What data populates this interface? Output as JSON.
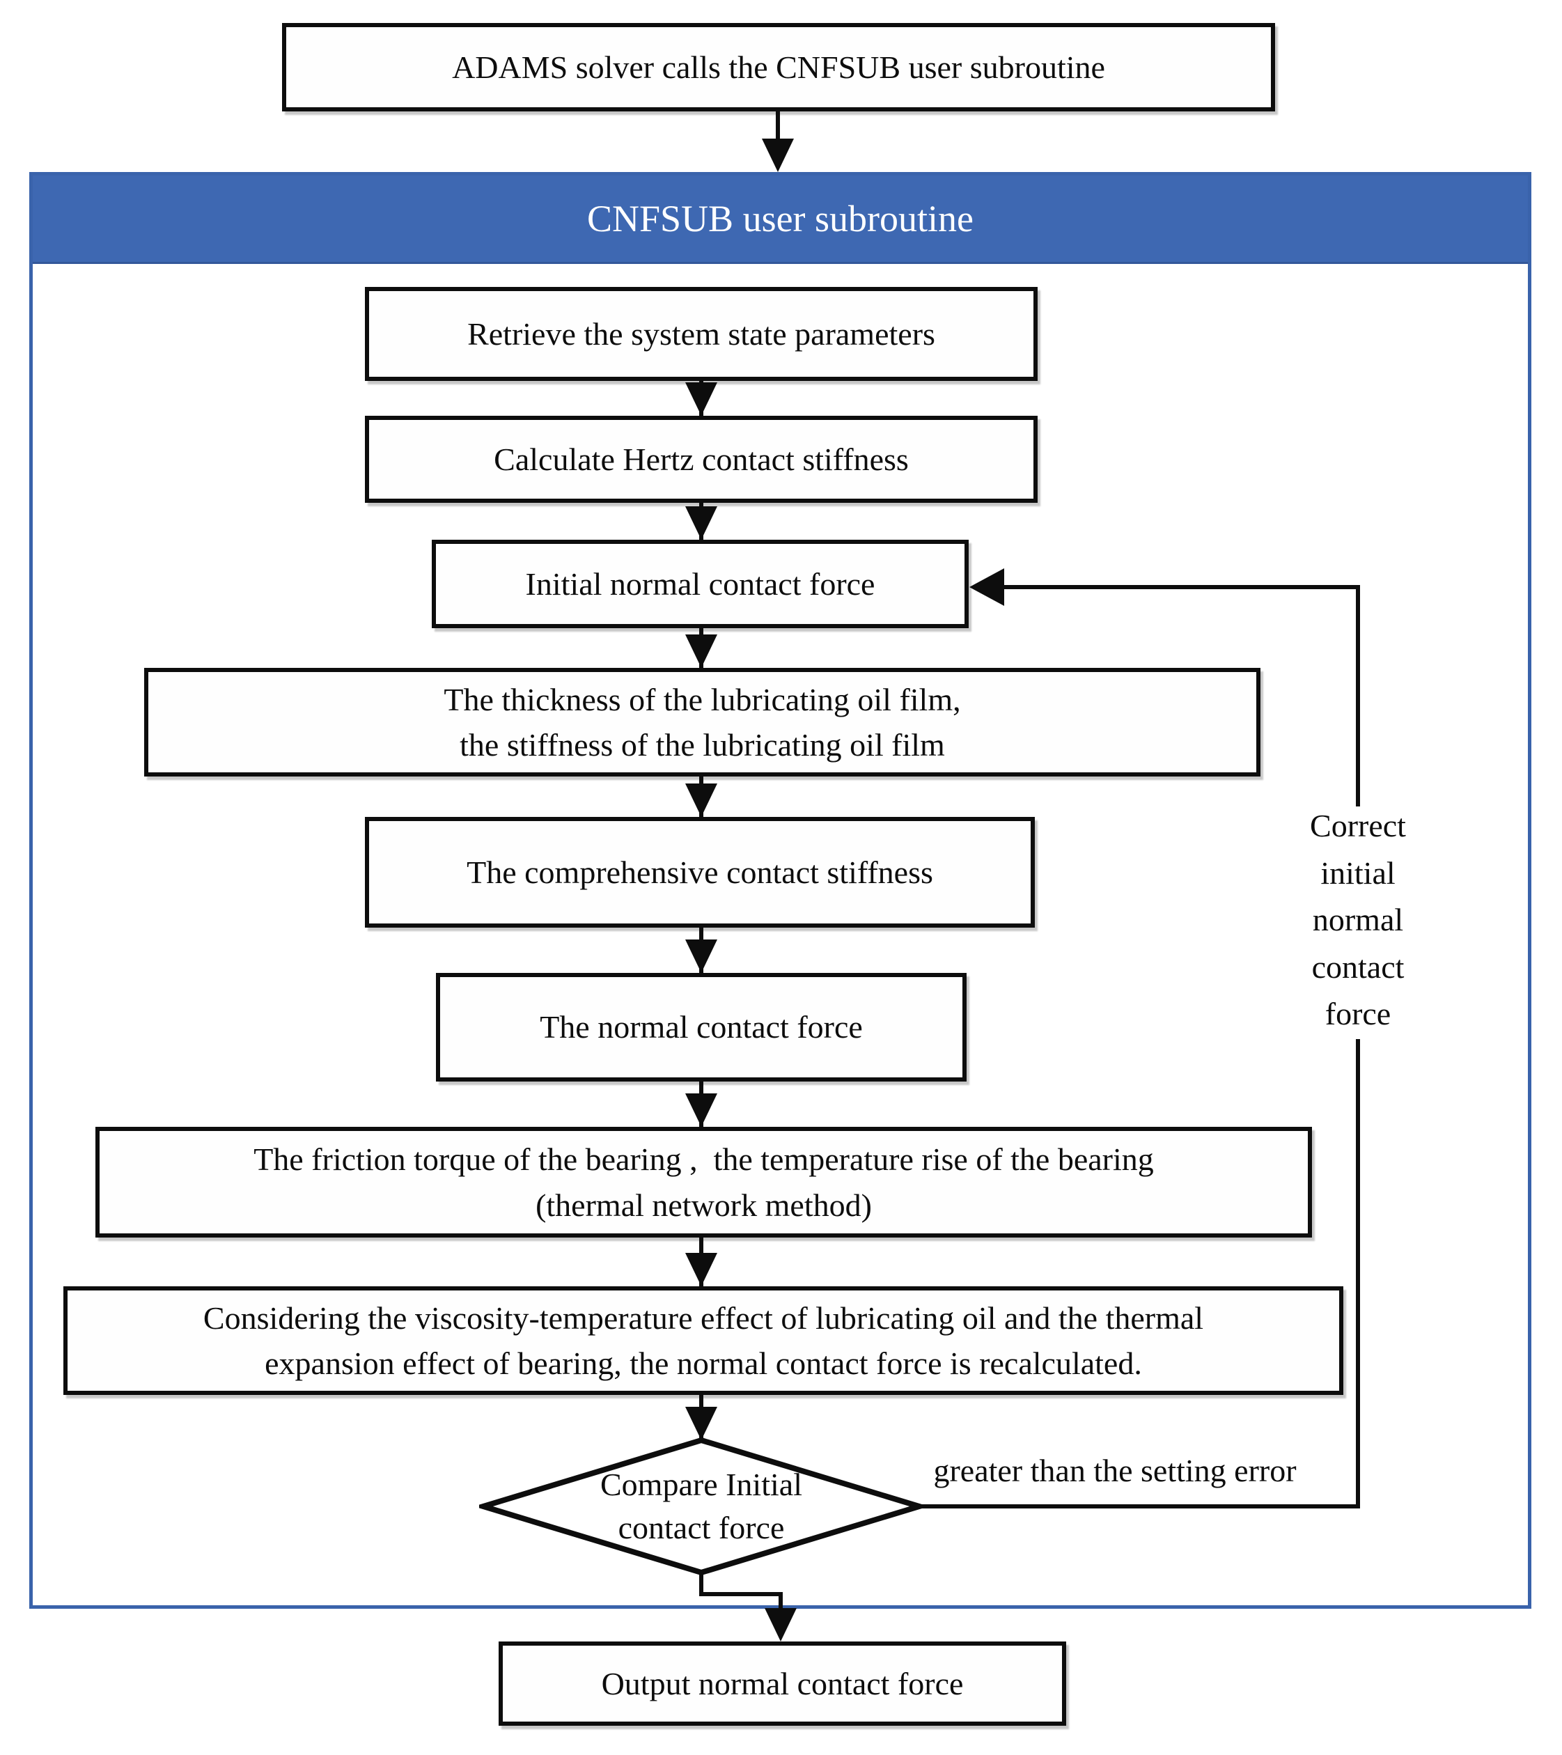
{
  "diagram": {
    "start_box": "ADAMS solver calls the CNFSUB user subroutine",
    "container_title": "CNFSUB user subroutine",
    "steps": {
      "retrieve": "Retrieve the system state parameters",
      "hertz": "Calculate Hertz contact stiffness",
      "initial_force": "Initial normal contact force",
      "oil_film": [
        "The thickness of the lubricating oil film,",
        "the stiffness of the lubricating oil film"
      ],
      "comprehensive": "The comprehensive contact stiffness",
      "normal_force": "The normal contact force",
      "friction": [
        "The friction torque of the bearing ,  the temperature rise of the bearing",
        "(thermal network method)"
      ],
      "considering": [
        "Considering the viscosity-temperature effect of lubricating oil and the thermal",
        "expansion effect of bearing, the normal contact force is recalculated."
      ],
      "decision": [
        "Compare Initial",
        "contact force"
      ],
      "output": "Output normal contact force"
    },
    "labels": {
      "greater": "greater than the setting error",
      "correct": [
        "Correct",
        "initial",
        "normal",
        "contact",
        "force"
      ]
    },
    "colors": {
      "header_blue": "#3e68b2",
      "container_border_blue": "#3a63ab",
      "line_black": "#0d0d0d"
    }
  }
}
